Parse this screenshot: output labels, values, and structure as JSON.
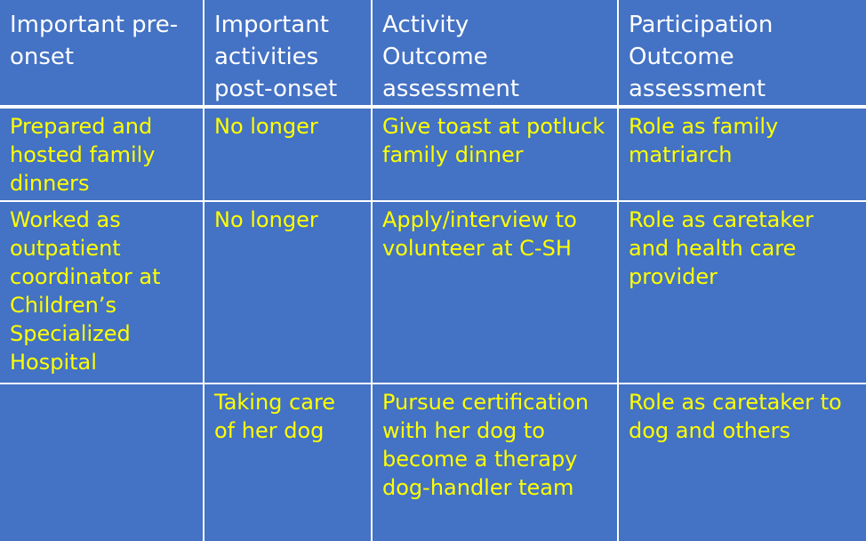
{
  "table": {
    "headers": [
      [
        "Important pre-",
        "onset"
      ],
      [
        "Important",
        "activities",
        "post-onset"
      ],
      [
        "Activity",
        "Outcome",
        "assessment"
      ],
      [
        "Participation",
        "Outcome",
        "assessment"
      ]
    ],
    "rows": [
      [
        [
          "Prepared and",
          "hosted family",
          "dinners"
        ],
        [
          "No longer"
        ],
        [
          "Give toast at potluck",
          "family dinner"
        ],
        [
          "Role as family",
          "matriarch"
        ]
      ],
      [
        [
          "Worked as",
          "outpatient",
          "coordinator at",
          "Children’s",
          "Specialized",
          "Hospital"
        ],
        [
          "No longer"
        ],
        [
          "Apply/interview to",
          "volunteer at C-SH"
        ],
        [
          "Role as caretaker",
          "and health care",
          "provider"
        ]
      ],
      [
        [],
        [
          "Taking care",
          "of her dog"
        ],
        [
          "Pursue certification",
          "with her dog to",
          "become a therapy",
          "dog-handler team"
        ],
        [
          "Role as caretaker to",
          "dog and others"
        ]
      ]
    ]
  }
}
